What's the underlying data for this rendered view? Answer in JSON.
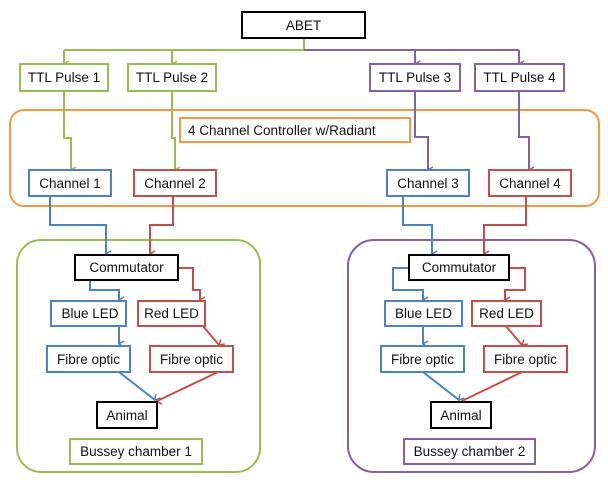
{
  "colors": {
    "green": "#9bbb59",
    "purple": "#8064a2",
    "orange": "#f79646",
    "blue": "#4f81bd",
    "red": "#c0504d",
    "black": "#000000"
  },
  "source": {
    "label": "ABET"
  },
  "ttl_pulses": [
    {
      "label": "TTL Pulse 1",
      "color": "green"
    },
    {
      "label": "TTL Pulse 2",
      "color": "green"
    },
    {
      "label": "TTL Pulse 3",
      "color": "purple"
    },
    {
      "label": "TTL Pulse 4",
      "color": "purple"
    }
  ],
  "controller": {
    "label": "4 Channel Controller w/Radiant",
    "channels": [
      {
        "label": "Channel 1",
        "color": "blue"
      },
      {
        "label": "Channel 2",
        "color": "red"
      },
      {
        "label": "Channel 3",
        "color": "blue"
      },
      {
        "label": "Channel 4",
        "color": "red"
      }
    ]
  },
  "chambers": [
    {
      "label": "Bussey chamber 1",
      "color": "green",
      "commutator": "Commutator",
      "blue_led": "Blue LED",
      "red_led": "Red LED",
      "blue_fibre": "Fibre optic",
      "red_fibre": "Fibre optic",
      "animal": "Animal"
    },
    {
      "label": "Bussey chamber 2",
      "color": "purple",
      "commutator": "Commutator",
      "blue_led": "Blue LED",
      "red_led": "Red LED",
      "blue_fibre": "Fibre optic",
      "red_fibre": "Fibre optic",
      "animal": "Animal"
    }
  ]
}
